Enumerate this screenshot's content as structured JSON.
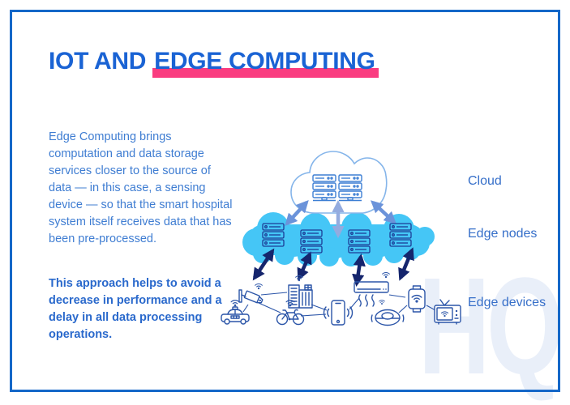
{
  "page": {
    "title_prefix": "IOT AND ",
    "title_highlight": "EDGE COMPUTING"
  },
  "intro": {
    "paragraph": "Edge Computing brings computation and data storage services closer to the source of data — in this case, a sensing device — so that the smart hospital system itself receives data that has been pre-processed.",
    "emphasis": "This approach helps to avoid a decrease in performance and a delay in all data processing operations."
  },
  "diagram": {
    "labels": {
      "cloud": "Cloud",
      "edge_nodes": "Edge nodes",
      "edge_devices": "Edge devices"
    },
    "layers": [
      {
        "name": "cloud",
        "contents": "outlined cloud with 2 server racks"
      },
      {
        "name": "edge-nodes",
        "contents": "solid light-blue cloud with 4 server stacks"
      },
      {
        "name": "edge-devices",
        "contents": "networked device icons"
      }
    ],
    "devices": [
      "car",
      "cctv-camera",
      "building",
      "bicycle",
      "smartphone",
      "air-conditioner",
      "robot-vacuum",
      "smart-plug",
      "tv"
    ],
    "arrows": {
      "cloud_to_edge_nodes": {
        "count": 3,
        "bidirectional": true
      },
      "edge_nodes_to_devices": {
        "count": 4,
        "bidirectional": true
      }
    }
  },
  "watermark": "HQ",
  "colors": {
    "frame": "#1467c8",
    "title": "#1a63d4",
    "highlight": "#fa3c80",
    "body_text": "#3f7dd2",
    "emphasis_text": "#2a69cc",
    "label_text": "#366fc9",
    "edge_cloud_fill": "#45c6f6",
    "cloud_arrow": "#6b93da",
    "device_arrow": "#15256d",
    "icon_stroke": "#2b55a8",
    "server_medium": "#3d7fd4",
    "server_navy": "#1c3c96",
    "watermark": "#e9eff9"
  }
}
